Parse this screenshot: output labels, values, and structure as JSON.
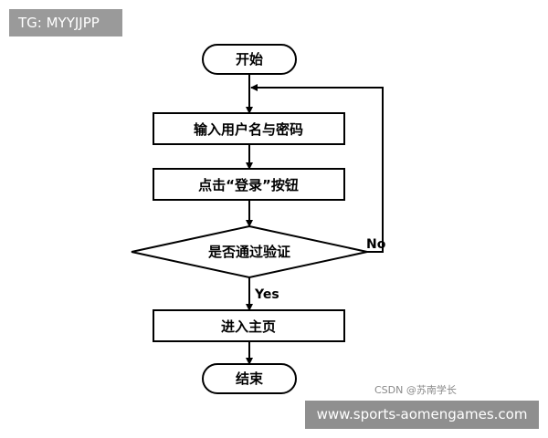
{
  "watermark_tag": "TG: MYYJJPP",
  "flowchart": {
    "nodes": {
      "start": "开始",
      "input": "输入用户名与密码",
      "click": "点击“登录”按钮",
      "decision": "是否通过验证",
      "enter": "进入主页",
      "end": "结束"
    },
    "edges": {
      "no": "No",
      "yes": "Yes"
    }
  },
  "credit": "CSDN @苏南学长",
  "footer_banner": "www.sports-aomengames.com"
}
